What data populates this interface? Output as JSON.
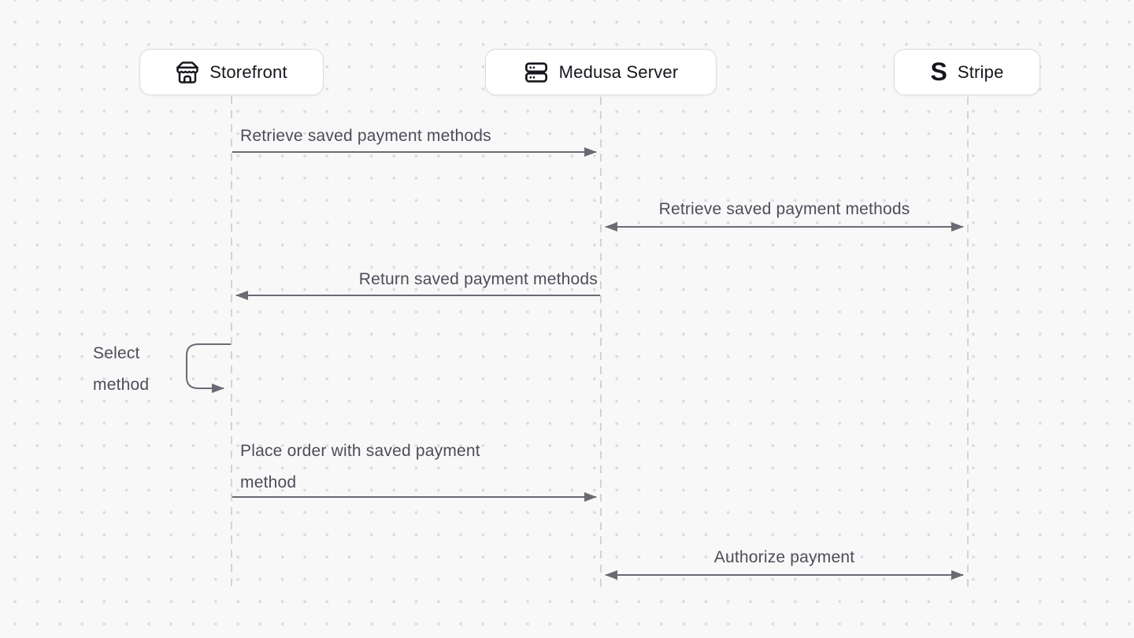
{
  "page": {
    "background_color": "#f8f8f9",
    "dot_grid_color": "#dbdbe0"
  },
  "diagram": {
    "type": "sequence-diagram",
    "actors": [
      {
        "label": "Storefront",
        "icon": "store-icon"
      },
      {
        "label": "Medusa Server",
        "icon": "server-icon"
      },
      {
        "label": "Stripe",
        "icon": "stripe-s-icon",
        "icon_text": "S"
      }
    ],
    "messages": [
      {
        "from": "Storefront",
        "to": "Medusa Server",
        "label": "Retrieve saved payment methods",
        "arrow": "right"
      },
      {
        "from": "Medusa Server",
        "to": "Stripe",
        "label": "Retrieve saved payment methods",
        "arrow": "both"
      },
      {
        "from": "Medusa Server",
        "to": "Storefront",
        "label": "Return saved payment methods",
        "arrow": "left"
      },
      {
        "from": "Storefront",
        "to": "Storefront",
        "label": "Select method",
        "arrow": "self"
      },
      {
        "from": "Storefront",
        "to": "Medusa Server",
        "label": "Place order with saved payment method",
        "arrow": "right"
      },
      {
        "from": "Medusa Server",
        "to": "Stripe",
        "label": "Authorize payment",
        "arrow": "both"
      }
    ],
    "colors": {
      "arrow": "#6a6a74",
      "lifeline": "#c9c9d1",
      "message_text": "#4d4d58",
      "actor_text": "#16161d",
      "actor_background": "#ffffff",
      "actor_border": "#dcdce1"
    }
  }
}
